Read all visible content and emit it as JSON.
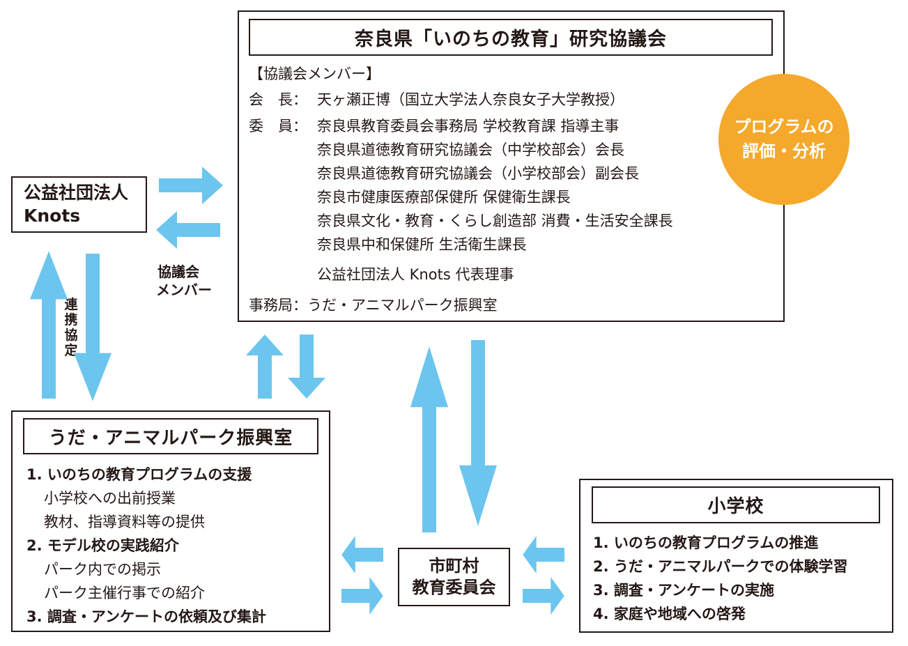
{
  "council": {
    "title": "奈良県「いのちの教育」研究協議会",
    "members_heading": "【協議会メンバー】",
    "chair_label": "会　長：",
    "chair": "天ヶ瀬正博（国立大学法人奈良女子大学教授）",
    "committee_label": "委　員：",
    "committee": [
      "奈良県教育委員会事務局 学校教育課 指導主事",
      "奈良県道徳教育研究協議会（中学校部会）会長",
      "奈良県道徳教育研究協議会（小学校部会）副会長",
      "奈良市健康医療部保健所 保健衛生課長",
      "奈良県文化・教育・くらし創造部 消費・生活安全課長",
      "奈良県中和保健所 生活衛生課長",
      "公益社団法人 Knots 代表理事"
    ],
    "secretariat": "事務局：うだ・アニマルパーク振興室"
  },
  "evaluation": {
    "line1": "プログラムの",
    "line2": "評価・分析"
  },
  "knots": {
    "line1": "公益社団法人",
    "line2": "Knots"
  },
  "labels": {
    "council_member_1": "協議会",
    "council_member_2": "メンバー",
    "agreement": [
      "連",
      "携",
      "協",
      "定"
    ]
  },
  "park_office": {
    "title": "うだ・アニマルパーク振興室",
    "lines": [
      {
        "text": "1. いのちの教育プログラムの支援",
        "bold": true
      },
      {
        "text": "小学校への出前授業",
        "bold": false
      },
      {
        "text": "教材、指導資料等の提供",
        "bold": false
      },
      {
        "text": "2. モデル校の実践紹介",
        "bold": true
      },
      {
        "text": "パーク内での掲示",
        "bold": false
      },
      {
        "text": "パーク主催行事での紹介",
        "bold": false
      },
      {
        "text": "3. 調査・アンケートの依頼及び集計",
        "bold": true
      }
    ]
  },
  "municipal": {
    "line1": "市町村",
    "line2": "教育委員会"
  },
  "school": {
    "title": "小学校",
    "lines": [
      "1. いのちの教育プログラムの推進",
      "2. うだ・アニマルパークでの体験学習",
      "3. 調査・アンケートの実施",
      "4. 家庭や地域への啓発"
    ]
  },
  "colors": {
    "arrow": "#6CC5EE",
    "circle": "#F4A92C",
    "line": "#231815"
  }
}
